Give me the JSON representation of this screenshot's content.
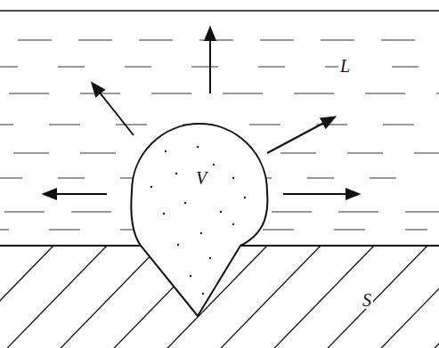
{
  "diagram": {
    "labels": [
      "L",
      "V",
      "S"
    ]
  }
}
